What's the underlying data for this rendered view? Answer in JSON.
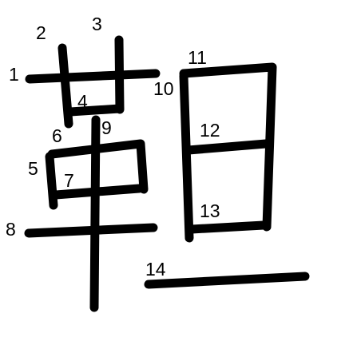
{
  "character": "靼",
  "stroke_count": 14,
  "stroke_labels": [
    "1",
    "2",
    "3",
    "4",
    "5",
    "6",
    "7",
    "8",
    "9",
    "10",
    "11",
    "12",
    "13",
    "14"
  ],
  "colors": {
    "stroke": "#000000",
    "label": "#000000",
    "background": "#ffffff"
  }
}
